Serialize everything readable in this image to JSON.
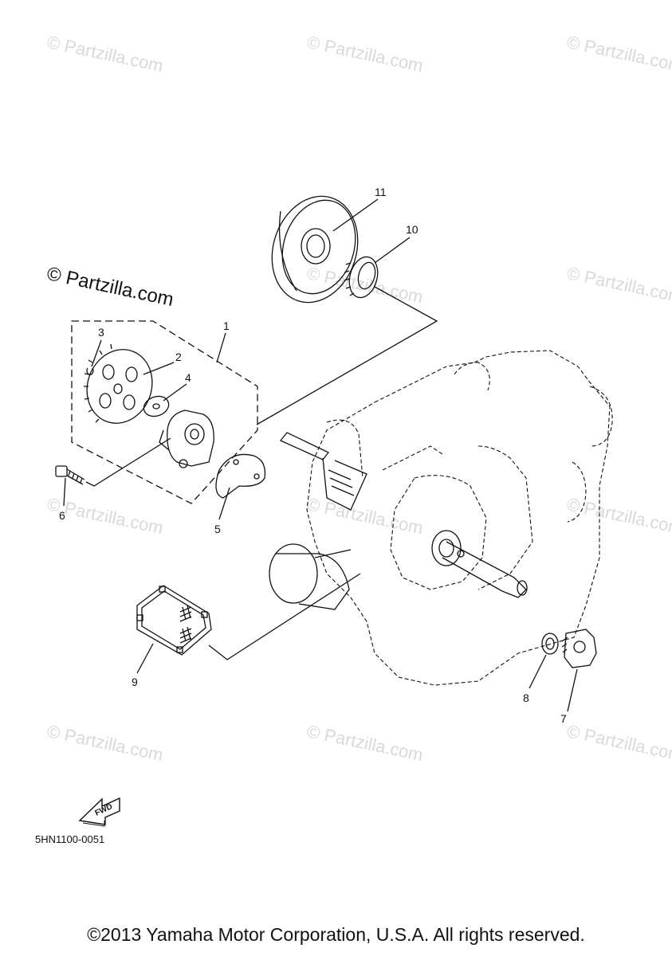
{
  "watermark": {
    "main": "© Partzilla.com",
    "faint": "© Partzilla.com"
  },
  "callouts": [
    "1",
    "2",
    "3",
    "4",
    "5",
    "6",
    "7",
    "8",
    "9",
    "10",
    "11"
  ],
  "fwd_label": "FWD",
  "diagram_code": "5HN1100-0051",
  "copyright": "©2013 Yamaha Motor Corporation, U.S.A. All rights reserved."
}
